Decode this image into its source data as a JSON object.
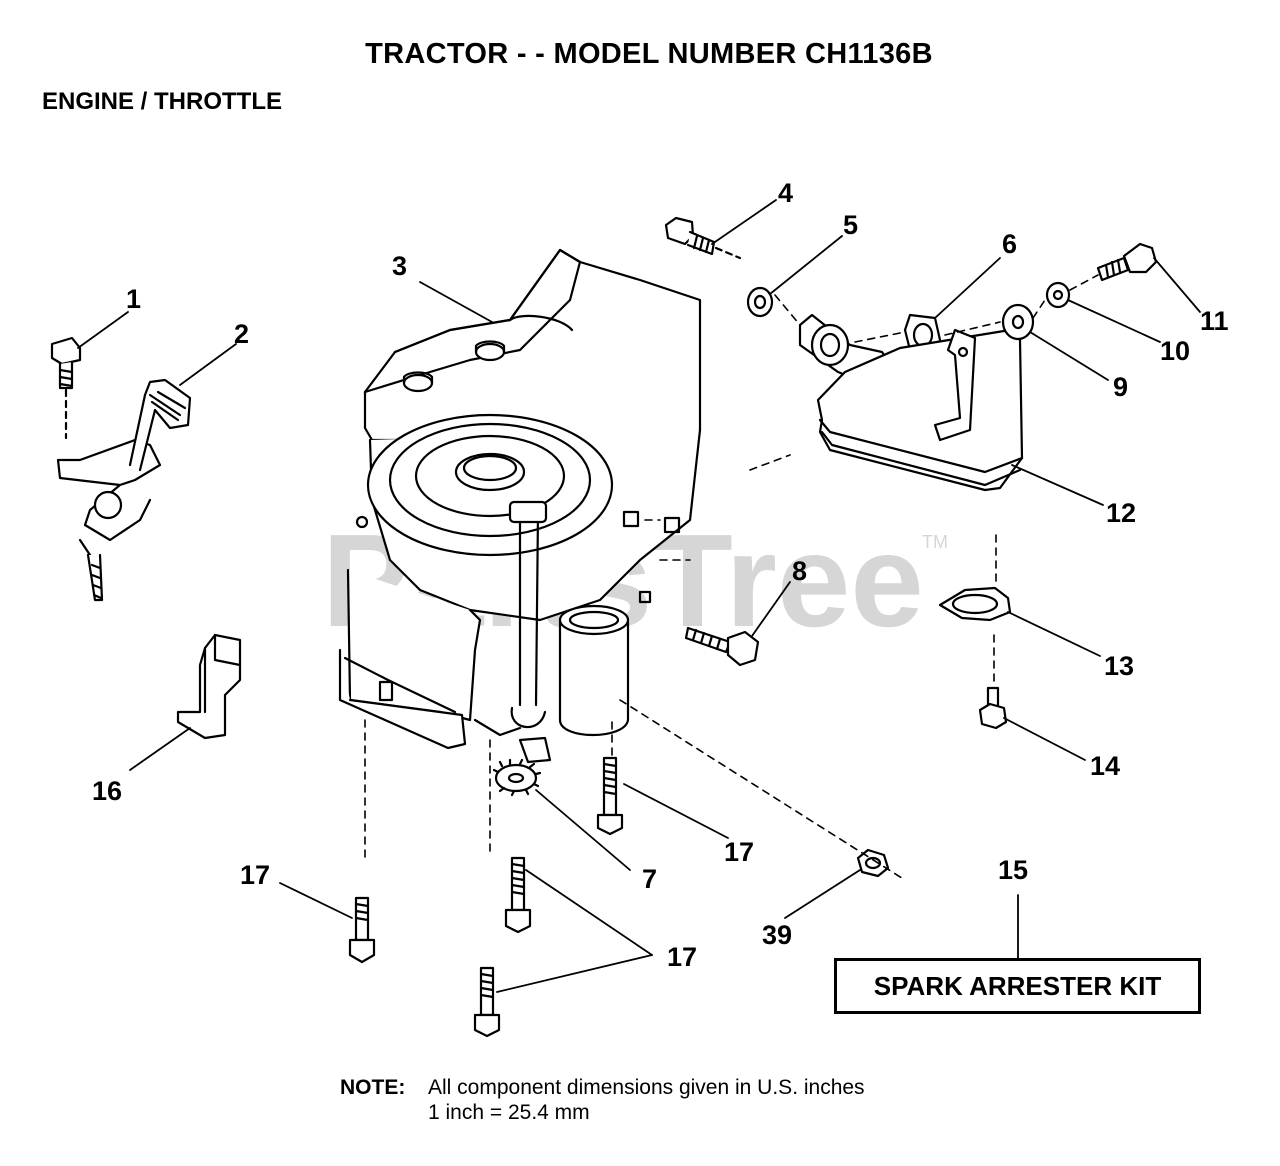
{
  "header": {
    "title": "TRACTOR  - - MODEL NUMBER CH1136B",
    "section": "ENGINE / THROTTLE"
  },
  "watermark": {
    "text": "PartsTree",
    "mark": "TM"
  },
  "callouts": [
    {
      "id": "c1",
      "label": "1"
    },
    {
      "id": "c2",
      "label": "2"
    },
    {
      "id": "c3",
      "label": "3"
    },
    {
      "id": "c4",
      "label": "4"
    },
    {
      "id": "c5",
      "label": "5"
    },
    {
      "id": "c6",
      "label": "6"
    },
    {
      "id": "c7",
      "label": "7"
    },
    {
      "id": "c8",
      "label": "8"
    },
    {
      "id": "c9",
      "label": "9"
    },
    {
      "id": "c10",
      "label": "10"
    },
    {
      "id": "c11",
      "label": "11"
    },
    {
      "id": "c12",
      "label": "12"
    },
    {
      "id": "c13",
      "label": "13"
    },
    {
      "id": "c14",
      "label": "14"
    },
    {
      "id": "c15",
      "label": "15"
    },
    {
      "id": "c16",
      "label": "16"
    },
    {
      "id": "c17a",
      "label": "17"
    },
    {
      "id": "c17b",
      "label": "17"
    },
    {
      "id": "c17c",
      "label": "17"
    },
    {
      "id": "c39",
      "label": "39"
    }
  ],
  "kit": {
    "label": "SPARK ARRESTER KIT"
  },
  "note": {
    "label": "NOTE:",
    "line1": "All component dimensions given in U.S. inches",
    "line2": "1 inch = 25.4 mm"
  }
}
